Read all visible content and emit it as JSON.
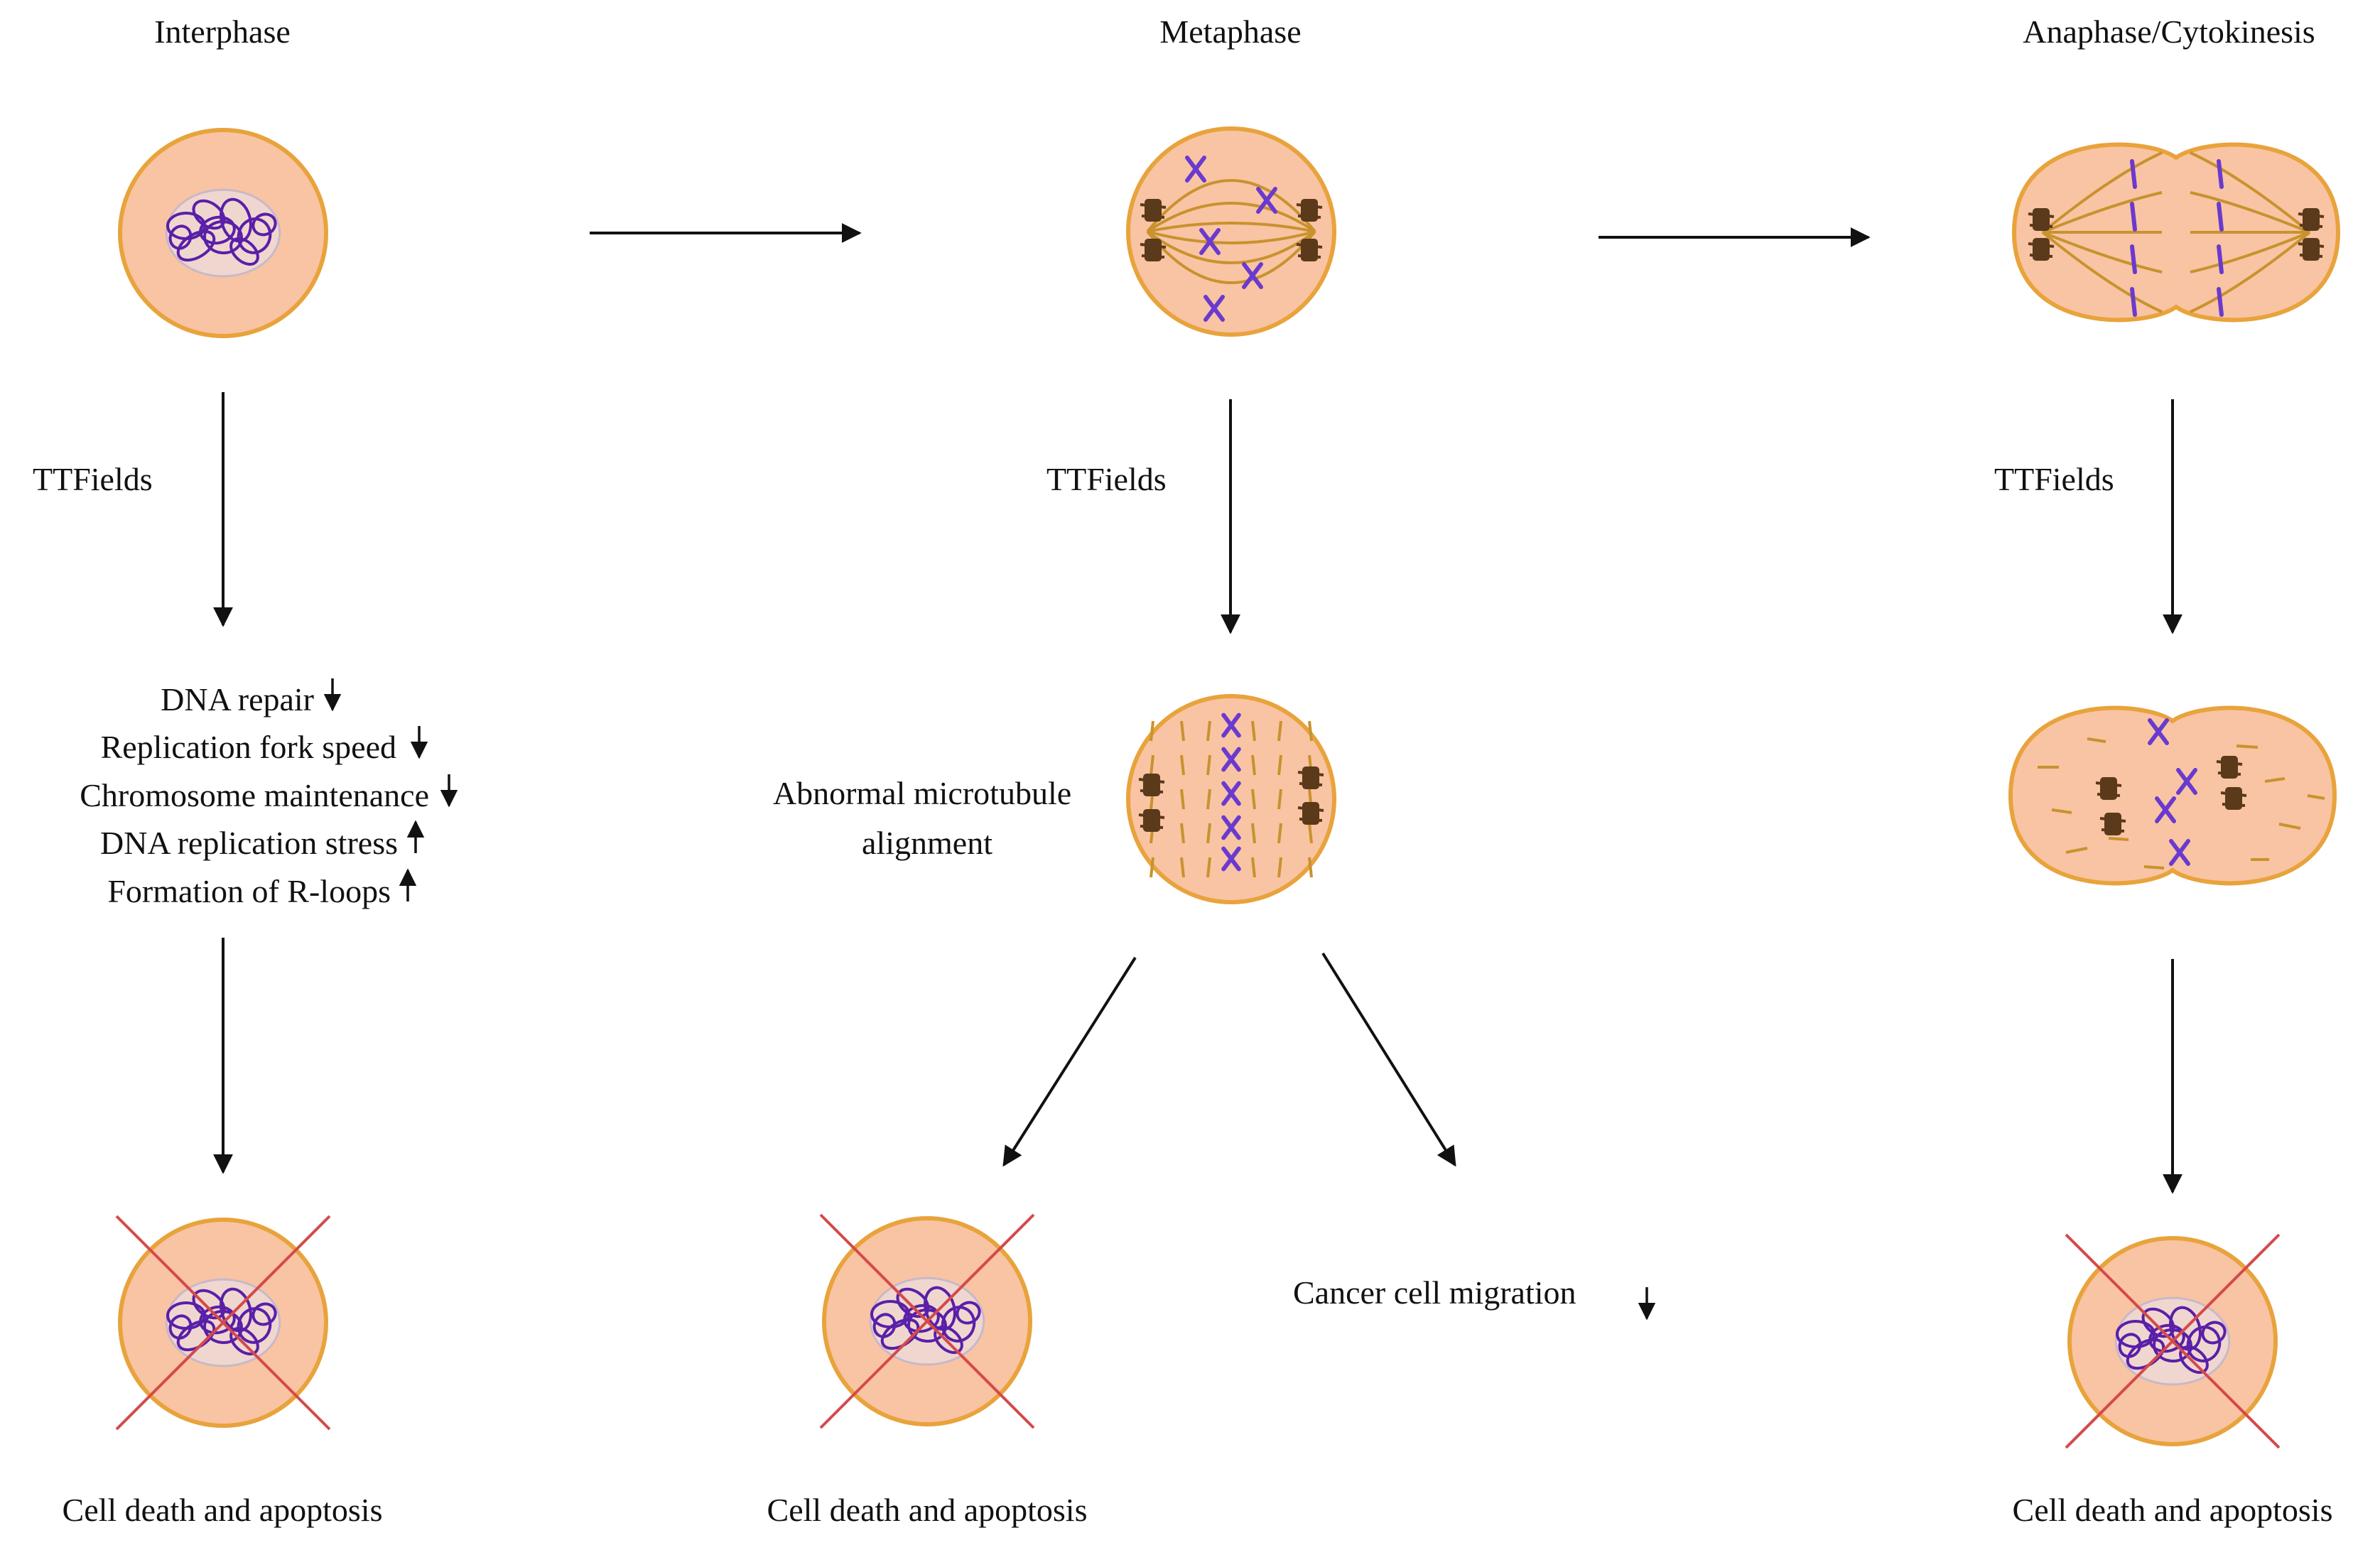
{
  "colors": {
    "cell_fill": "#F9C4A3",
    "cell_stroke": "#E8A33C",
    "nucleus_fill": "#EFD7D0",
    "nucleus_stroke": "#C8B8C8",
    "chromatin": "#5A1FA8",
    "chromosome": "#6A3ACF",
    "centrosome": "#5A3A1A",
    "spindle": "#C8922E",
    "cross": "#D44A4A",
    "arrow": "#111111"
  },
  "phases": {
    "interphase": "Interphase",
    "metaphase": "Metaphase",
    "anaphase": "Anaphase/Cytokinesis"
  },
  "treatment": {
    "left": "TTFields",
    "middle": "TTFields",
    "right": "TTFields"
  },
  "interphase_effects": [
    {
      "label": "DNA repair",
      "trend": "down"
    },
    {
      "label": "Replication fork speed",
      "trend": "down"
    },
    {
      "label": "Chromosome maintenance",
      "trend": "down"
    },
    {
      "label": "DNA replication stress",
      "trend": "up"
    },
    {
      "label": "Formation of R-loops",
      "trend": "up"
    }
  ],
  "metaphase_effect": {
    "line1": "Abnormal microtubule",
    "line2": "alignment"
  },
  "migration": {
    "label": "Cancer cell migration",
    "trend": "down"
  },
  "outcomes": {
    "left": "Cell death and apoptosis",
    "middle": "Cell death and apoptosis",
    "right": "Cell death and apoptosis"
  }
}
